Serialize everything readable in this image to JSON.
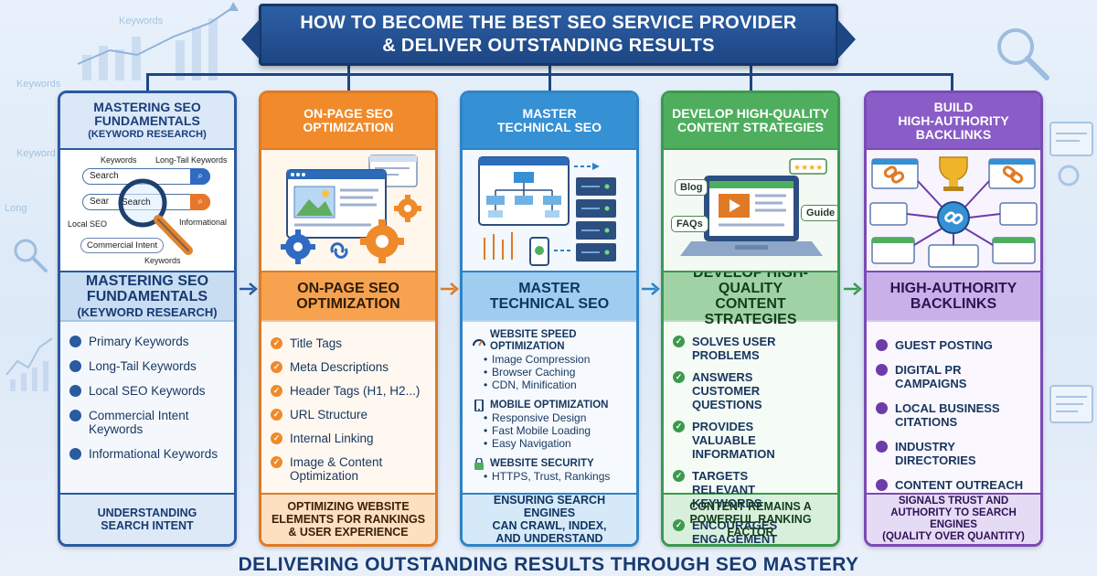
{
  "title": {
    "line1": "HOW TO BECOME THE BEST SEO SERVICE PROVIDER",
    "line2": "& DELIVER OUTSTANDING RESULTS"
  },
  "background_words": {
    "w1": "Keywords",
    "w2": "Keywords",
    "w3": "Keyword",
    "w4": "Long"
  },
  "columns": [
    {
      "head_line1": "MASTERING SEO",
      "head_line2": "FUNDAMENTALS",
      "head_sub": "(KEYWORD RESEARCH)",
      "band_line1": "MASTERING SEO",
      "band_line2": "FUNDAMENTALS",
      "band_sub": "(KEYWORD RESEARCH)",
      "illus": {
        "keywords": "Keywords",
        "long_tail": "Long-Tail Keywords",
        "search1": "Search",
        "search2": "Sear",
        "search3": "Search",
        "local_seo": "Local SEO",
        "informational": "Informational",
        "commercial": "Commercial Intent",
        "keywords2": "Keywords"
      },
      "items": [
        "Primary Keywords",
        "Long-Tail Keywords",
        "Local SEO Keywords",
        "Commercial Intent Keywords",
        "Informational Keywords"
      ],
      "footer_line1": "UNDERSTANDING",
      "footer_line2": "SEARCH INTENT"
    },
    {
      "head_line1": "ON-PAGE SEO",
      "head_line2": "OPTIMIZATION",
      "band_line1": "ON-PAGE SEO",
      "band_line2": "OPTIMIZATION",
      "items": [
        "Title Tags",
        "Meta Descriptions",
        "Header Tags (H1, H2...)",
        "URL Structure",
        "Internal Linking",
        "Image & Content Optimization"
      ],
      "footer_line1": "OPTIMIZING WEBSITE",
      "footer_line2": "ELEMENTS FOR RANKINGS",
      "footer_line3": "& USER EXPERIENCE"
    },
    {
      "head_line1": "MASTER",
      "head_line2": "TECHNICAL SEO",
      "band_line1": "MASTER",
      "band_line2": "TECHNICAL SEO",
      "groups": [
        {
          "title": "WEBSITE SPEED OPTIMIZATION",
          "icon": "speedometer-icon",
          "items": [
            "Image Compression",
            "Browser Caching",
            "CDN, Minification"
          ]
        },
        {
          "title": "MOBILE OPTIMIZATION",
          "icon": "mobile-icon",
          "items": [
            "Responsive Design",
            "Fast Mobile Loading",
            "Easy Navigation"
          ]
        },
        {
          "title": "WEBSITE SECURITY",
          "icon": "lock-icon",
          "items": [
            "HTTPS, Trust, Rankings"
          ]
        }
      ],
      "footer_line1": "ENSURING SEARCH ENGINES",
      "footer_line2": "CAN CRAWL, INDEX,",
      "footer_line3": "AND UNDERSTAND"
    },
    {
      "head_line1": "DEVELOP HIGH-QUALITY",
      "head_line2": "CONTENT STRATEGIES",
      "band_line1": "DEVELOP HIGH-QUALITY",
      "band_line2": "CONTENT STRATEGIES",
      "illus": {
        "blog": "Blog",
        "faqs": "FAQs",
        "guide": "Guide"
      },
      "items": [
        "SOLVES USER PROBLEMS",
        "ANSWERS CUSTOMER QUESTIONS",
        "PROVIDES VALUABLE INFORMATION",
        "TARGETS RELEVANT KEYWORDS",
        "ENCOURAGES ENGAGEMENT"
      ],
      "footer_line1": "CONTENT REMAINS A",
      "footer_line2": "POWERFUL RANKING",
      "footer_line3": "FACTOR"
    },
    {
      "head_line1": "BUILD",
      "head_line2": "HIGH-AUTHORITY",
      "head_line3": "BACKLINKS",
      "band_line1": "HIGH-AUTHORITY",
      "band_line2": "BACKLINKS",
      "items": [
        "GUEST POSTING",
        "DIGITAL PR CAMPAIGNS",
        "LOCAL BUSINESS CITATIONS",
        "INDUSTRY DIRECTORIES",
        "CONTENT OUTREACH"
      ],
      "footer_line1": "SIGNALS TRUST AND",
      "footer_line2": "AUTHORITY TO SEARCH ENGINES",
      "footer_line3": "(QUALITY OVER QUANTITY)"
    }
  ],
  "bottom_title": "DELIVERING OUTSTANDING RESULTS THROUGH SEO MASTERY",
  "colors": {
    "navy": "#1d4683",
    "col1": "#2a5aa0",
    "col2": "#e07a24",
    "col3": "#2e83c6",
    "col4": "#3b9a4d",
    "col5": "#7a4bb5"
  }
}
